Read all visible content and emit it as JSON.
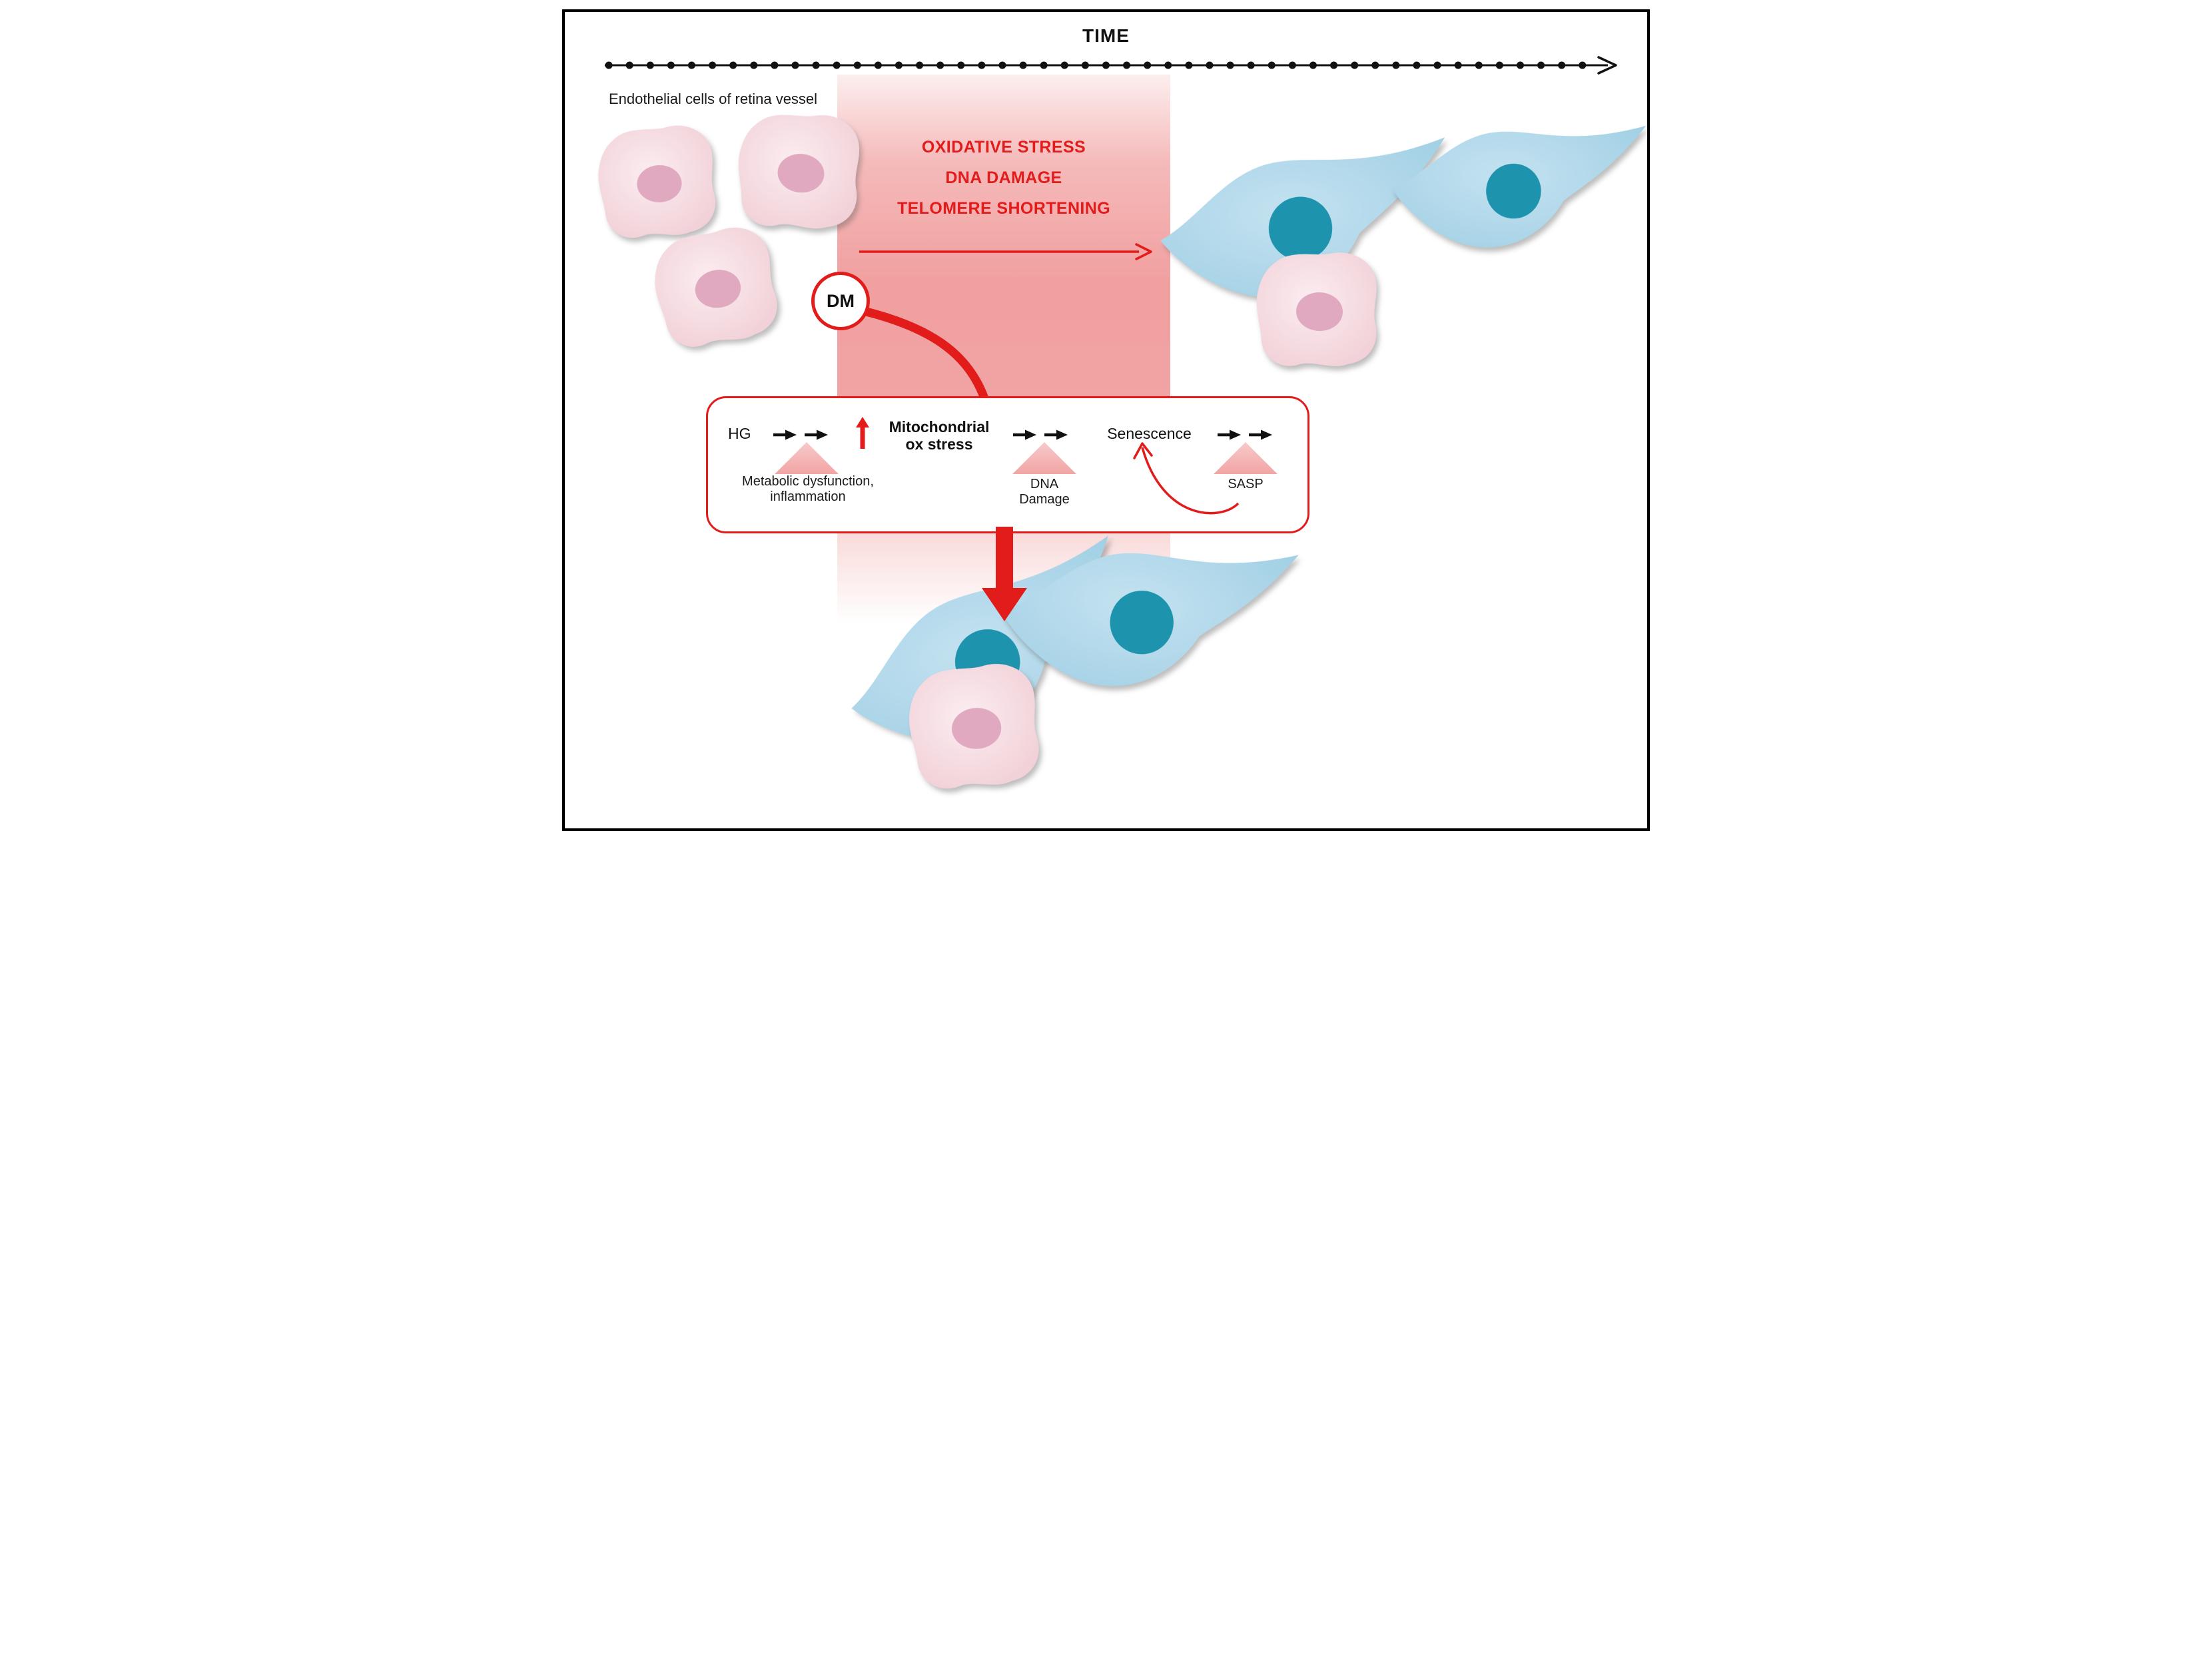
{
  "figure": {
    "time_label": "TIME",
    "cells_label": "Endothelial cells of retina vessel",
    "band": {
      "line1": "OXIDATIVE STRESS",
      "line2": "DNA DAMAGE",
      "line3": "TELOMERE SHORTENING"
    },
    "dm_label": "DM",
    "pathway": {
      "hg": "HG",
      "mito_line1": "Mitochondrial",
      "mito_line2": "ox stress",
      "senescence": "Senescence",
      "trigger1_line1": "Metabolic dysfunction,",
      "trigger1_line2": "inflammation",
      "trigger2_line1": "DNA",
      "trigger2_line2": "Damage",
      "trigger3": "SASP"
    },
    "colors": {
      "accent_red": "#e21b1b",
      "band_red": "#e45050",
      "pink_cell": "#f3d5db",
      "pink_nucleus": "#e0a9bf",
      "blue_cell": "#a9d3e7",
      "teal_nucleus": "#1e93ae",
      "line_black": "#111111"
    },
    "icons": {
      "timeline_arrow": "dotted-line-arrow-right",
      "black_step_arrows": "double-right-arrows",
      "red_up_arrow": "up-arrow",
      "stress_arrow": "right-arrow",
      "sasp_feedback_arrow": "curved-up-arrow",
      "dm_to_box_connector": "thick-red-curve",
      "box_down_arrow": "thick-red-down-arrow"
    }
  }
}
